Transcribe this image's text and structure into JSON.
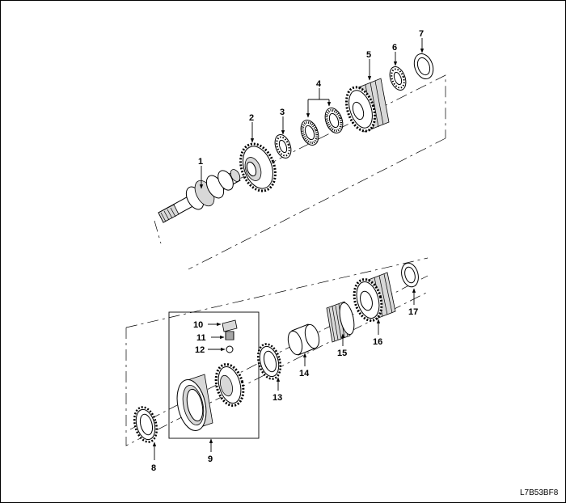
{
  "figure_code": "L7B53BF8",
  "upper_assembly": {
    "labels": [
      "1",
      "2",
      "3",
      "4",
      "5",
      "6",
      "7"
    ]
  },
  "lower_assembly": {
    "labels": [
      "8",
      "9",
      "10",
      "11",
      "12",
      "13",
      "14",
      "15",
      "16",
      "17"
    ]
  },
  "colors": {
    "line": "#000000",
    "background": "#ffffff",
    "shade": "#d8d8d8"
  }
}
